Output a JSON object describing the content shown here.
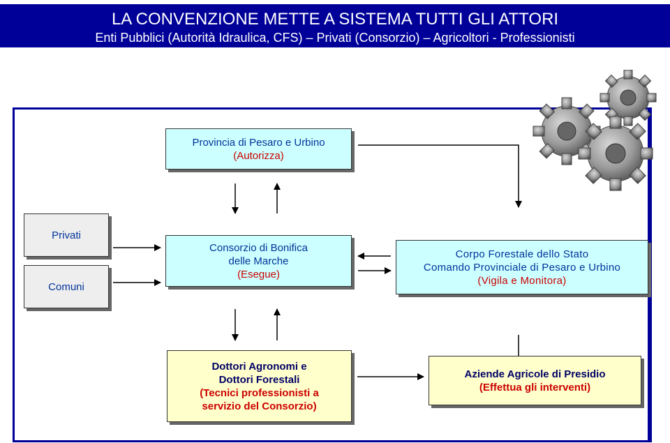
{
  "header": {
    "title": "LA CONVENZIONE METTE A SISTEMA TUTTI GLI ATTORI",
    "subtitle": "Enti Pubblici (Autorità Idraulica, CFS) – Privati (Consorzio) – Agricoltori - Professionisti"
  },
  "boxes": {
    "provincia": {
      "line1": "Provincia di Pesaro e Urbino",
      "line2": "(Autorizza)"
    },
    "privati": {
      "label": "Privati"
    },
    "comuni": {
      "label": "Comuni"
    },
    "consorzio": {
      "line1": "Consorzio di Bonifica",
      "line2": "delle Marche",
      "line3": "(Esegue)"
    },
    "corpo_forestale": {
      "line1": "Corpo Forestale dello Stato",
      "line2": "Comando Provinciale di Pesaro e Urbino",
      "line3": "(Vigila e Monitora)"
    },
    "dottori": {
      "line1": "Dottori Agronomi e",
      "line2": "Dottori Forestali",
      "line3": "(Tecnici professionisti a",
      "line4": "servizio del Consorzio)"
    },
    "aziende": {
      "line1": "Aziende Agricole di Presidio",
      "line2": "(Effettua gli interventi)"
    }
  },
  "colors": {
    "header_bg": "#000099",
    "cyan_box": "#ccffff",
    "gray_box": "#eeeeee",
    "yellow_box": "#ffffcc",
    "label_blue": "#003399",
    "label_red": "#cc0000"
  },
  "icons": [
    "gears-icon"
  ]
}
